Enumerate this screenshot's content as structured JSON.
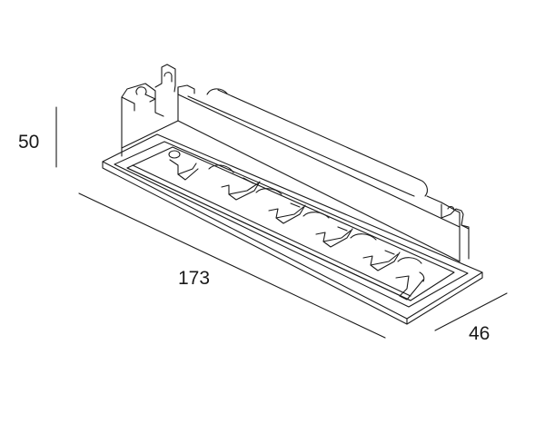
{
  "dimensions": {
    "height": "50",
    "length": "173",
    "width": "46"
  },
  "colors": {
    "stroke": "#1a1a1a",
    "background": "#ffffff"
  }
}
